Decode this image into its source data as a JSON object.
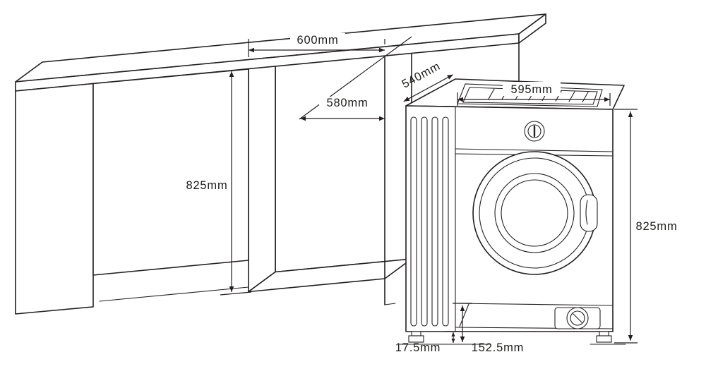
{
  "page": {
    "background": "#ffffff"
  },
  "diagram": {
    "name": "built-in-washing-machine-installation-dimensions",
    "line_color": "#231f20",
    "text_color": "#1d1d1b",
    "cabinet": {
      "niche_width_label": "600mm",
      "niche_depth_label": "580mm",
      "niche_height_label": "825mm"
    },
    "machine": {
      "depth_label": "540mm",
      "width_label": "595mm",
      "height_label": "825mm",
      "adjustable_feet_label": "17.5mm",
      "plinth_height_label": "152.5mm"
    }
  }
}
